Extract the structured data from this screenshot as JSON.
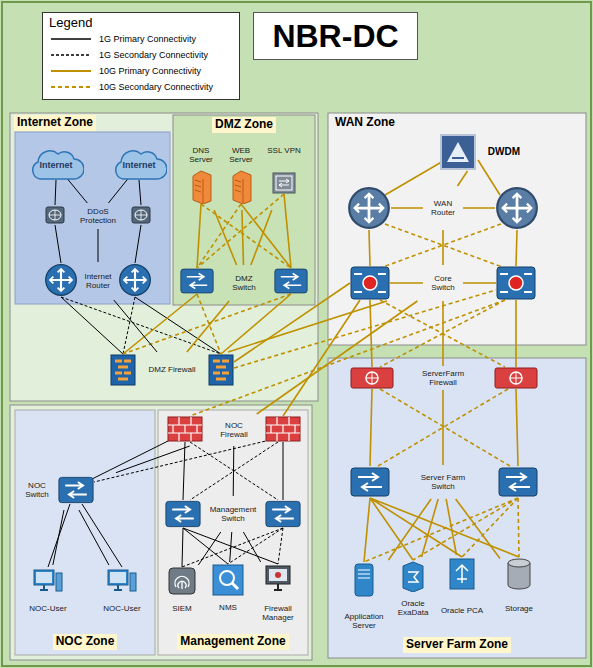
{
  "diagram": {
    "title": "NBR-DC",
    "nodes": [
      {
        "text": [
          "Internet Zone"
        ]
      },
      {
        "text": [
          "DMZ Zone"
        ],
        "in": 0
      },
      {
        "text": [
          "Internet"
        ],
        "in": 0
      },
      {
        "text": [
          "Internet"
        ],
        "in": 0
      },
      {
        "text": [
          "DDoS Protection"
        ],
        "in": 0
      },
      {
        "text": [
          "Internet Router"
        ],
        "in": 0
      },
      {
        "text": [
          "DNS Server"
        ],
        "in": 1
      },
      {
        "text": [
          "WEB Server"
        ],
        "in": 1
      },
      {
        "text": [
          "SSL VPN"
        ],
        "in": 1
      },
      {
        "text": [
          "DMZ Switch"
        ],
        "in": 1
      },
      {
        "text": [
          "DMZ Firewall"
        ],
        "in": 0
      },
      {
        "text": [
          "WAN Zone"
        ]
      },
      {
        "text": [
          "DWDM"
        ],
        "in": 11
      },
      {
        "text": [
          "WAN Router"
        ],
        "in": 11
      },
      {
        "text": [
          "Core Switch"
        ],
        "in": 11
      },
      {
        "text": [
          "Server Farm Zone"
        ]
      },
      {
        "text": [
          "ServerFarm Firewall"
        ],
        "in": 15
      },
      {
        "text": [
          "Server Farm Switch"
        ],
        "in": 15
      },
      {
        "text": [
          "Application Server"
        ],
        "in": 15
      },
      {
        "text": [
          "Oracle ExaData"
        ],
        "in": 15
      },
      {
        "text": [
          "Oracle PCA"
        ],
        "in": 15
      },
      {
        "text": [
          "Storage"
        ],
        "in": 15
      },
      {
        "text": [
          "NOC Zone"
        ]
      },
      {
        "text": [
          "NOC Switch"
        ],
        "in": 22
      },
      {
        "text": [
          "NOC-User"
        ],
        "in": 22
      },
      {
        "text": [
          "NOC-User"
        ],
        "in": 22
      },
      {
        "text": [
          "Management Zone"
        ]
      },
      {
        "text": [
          "NOC Firewall"
        ],
        "in": 26
      },
      {
        "text": [
          "Management Switch"
        ],
        "in": 26
      },
      {
        "text": [
          "SIEM"
        ],
        "in": 26
      },
      {
        "text": [
          "NMS"
        ],
        "in": 26
      },
      {
        "text": [
          "Firewall Manager"
        ],
        "in": 26
      }
    ],
    "edges": [
      {
        "from": 2,
        "to": 4,
        "arrow": "none"
      },
      {
        "from": 3,
        "to": 4,
        "arrow": "none"
      },
      {
        "from": 4,
        "to": 5,
        "arrow": "none"
      },
      {
        "from": 5,
        "to": 10,
        "arrow": "none"
      },
      {
        "from": 6,
        "to": 9,
        "arrow": "none"
      },
      {
        "from": 7,
        "to": 9,
        "arrow": "none"
      },
      {
        "from": 8,
        "to": 9,
        "arrow": "none"
      },
      {
        "from": 9,
        "to": 10,
        "arrow": "none"
      },
      {
        "from": 10,
        "to": 14,
        "arrow": "none"
      },
      {
        "from": 12,
        "to": 13,
        "arrow": "none"
      },
      {
        "from": 13,
        "to": 14,
        "arrow": "none"
      },
      {
        "from": 14,
        "to": 16,
        "arrow": "none"
      },
      {
        "from": 16,
        "to": 17,
        "arrow": "none"
      },
      {
        "from": 17,
        "to": 18,
        "arrow": "none"
      },
      {
        "from": 17,
        "to": 19,
        "arrow": "none"
      },
      {
        "from": 17,
        "to": 20,
        "arrow": "none"
      },
      {
        "from": 17,
        "to": 21,
        "arrow": "none"
      },
      {
        "from": 14,
        "to": 27,
        "arrow": "none"
      },
      {
        "from": 27,
        "to": 23,
        "arrow": "none"
      },
      {
        "from": 27,
        "to": 28,
        "arrow": "none"
      },
      {
        "from": 23,
        "to": 24,
        "arrow": "none"
      },
      {
        "from": 23,
        "to": 25,
        "arrow": "none"
      },
      {
        "from": 28,
        "to": 29,
        "arrow": "none"
      },
      {
        "from": 28,
        "to": 30,
        "arrow": "none"
      },
      {
        "from": 28,
        "to": 31,
        "arrow": "none"
      }
    ],
    "labels": [
      "Legend"
    ],
    "legend": [
      {
        "text": "1G Primary Connectivity"
      },
      {
        "text": "1G Secondary Connectivity"
      },
      {
        "text": "10G Primary Connectivity"
      },
      {
        "text": "10G Secondary Connectivity"
      }
    ]
  }
}
